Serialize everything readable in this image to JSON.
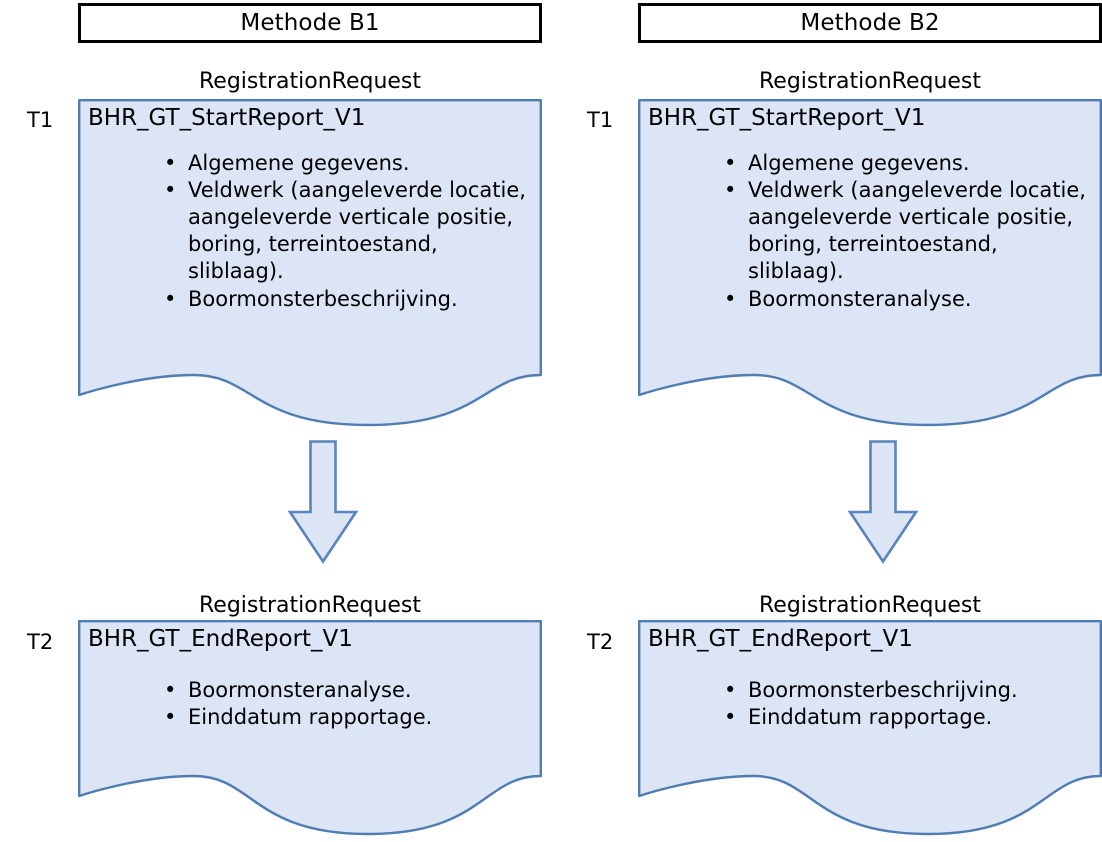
{
  "diagram": {
    "title_left": "Methode B1",
    "title_right": "Methode B2",
    "colors": {
      "doc_fill": "#dbe5f6",
      "doc_border": "#4f7cb3",
      "arrow_fill": "#dbe5f6",
      "arrow_border": "#5b84bd",
      "header_border": "#000000",
      "text": "#000000"
    },
    "columns": [
      {
        "id": "b1",
        "header": "Methode B1",
        "steps": [
          {
            "time": "T1",
            "caption": "RegistrationRequest",
            "title": "BHR_GT_StartReport_V1",
            "bullets": [
              "Algemene gegevens.",
              "Veldwerk (aangeleverde locatie, aangeleverde verticale positie, boring, terreintoestand, sliblaag).",
              "Boormonsterbeschrijving."
            ]
          },
          {
            "time": "T2",
            "caption": "RegistrationRequest",
            "title": "BHR_GT_EndReport_V1",
            "bullets": [
              "Boormonsteranalyse.",
              "Einddatum rapportage."
            ]
          }
        ]
      },
      {
        "id": "b2",
        "header": "Methode B2",
        "steps": [
          {
            "time": "T1",
            "caption": "RegistrationRequest",
            "title": "BHR_GT_StartReport_V1",
            "bullets": [
              "Algemene gegevens.",
              "Veldwerk (aangeleverde locatie, aangeleverde verticale positie, boring, terreintoestand, sliblaag).",
              "Boormonsteranalyse."
            ]
          },
          {
            "time": "T2",
            "caption": "RegistrationRequest",
            "title": "BHR_GT_EndReport_V1",
            "bullets": [
              "Boormonsterbeschrijving.",
              "Einddatum rapportage."
            ]
          }
        ]
      }
    ],
    "arrows": [
      {
        "id": "arrow-b1",
        "icon": "arrow-down-icon"
      },
      {
        "id": "arrow-b2",
        "icon": "arrow-down-icon"
      }
    ]
  }
}
